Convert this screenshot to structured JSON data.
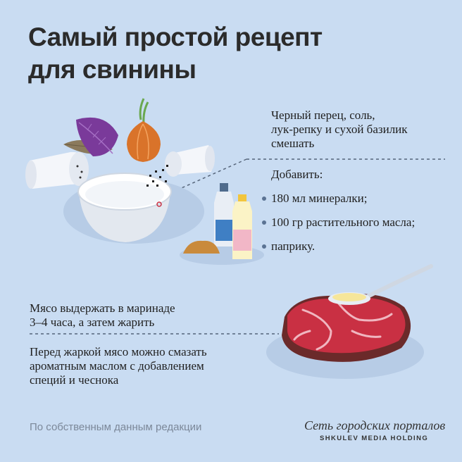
{
  "title": {
    "line1": "Самый простой рецепт",
    "line2": "для свинины"
  },
  "step1": {
    "line1": "Черный перец, соль,",
    "line2": "лук-репку и сухой базилик",
    "line3": "смешать"
  },
  "step2": {
    "heading": "Добавить:",
    "items": [
      "180 мл минералки;",
      "100 гр растительного масла;",
      "паприку."
    ]
  },
  "step3": {
    "line1": "Мясо выдержать в маринаде",
    "line2": "3–4 часа, а затем жарить"
  },
  "step4": {
    "line1": "Перед жаркой мясо можно смазать",
    "line2": "ароматным маслом с добавлением",
    "line3": "специй и чеснока"
  },
  "footer": {
    "source": "По собственным данным редакции",
    "brand": "Сеть городских порталов",
    "brand_sub": "SHKULEV MEDIA HOLDING"
  },
  "colors": {
    "background": "#c9dcf2",
    "bowl": "#eef2f7",
    "basil": "#7a3a9a",
    "onion": "#d9732a",
    "meat": "#c93043",
    "bullet": "#5b7393"
  },
  "icons": [
    "basil-icon",
    "bay-leaf-icon",
    "onion-icon",
    "salt-shaker-icon",
    "pepper-shaker-icon",
    "mixing-bowl-icon",
    "water-bottle-icon",
    "oil-bottle-icon",
    "paprika-icon",
    "steak-icon",
    "spoon-icon"
  ]
}
